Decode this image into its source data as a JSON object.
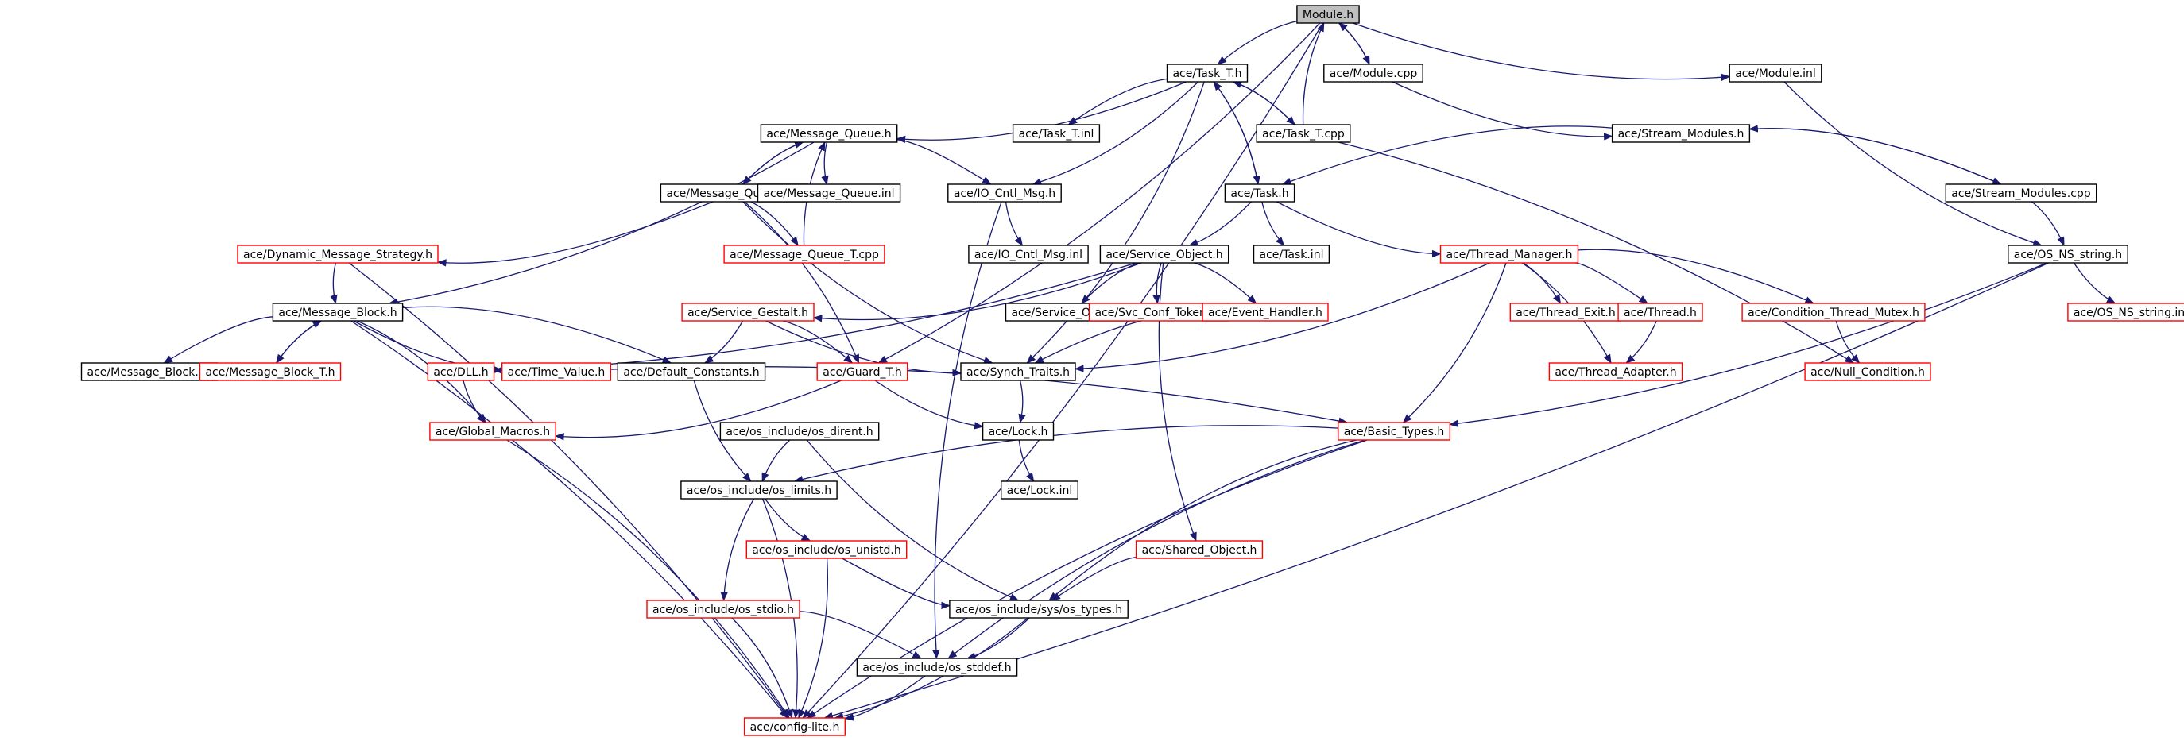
{
  "colors": {
    "edge": "#191970",
    "node_fill": "#ffffff",
    "root_fill": "#bfbfbf",
    "border_black": "#000000",
    "border_red": "#ff0000"
  },
  "nodes": [
    {
      "id": "module_h",
      "label": "Module.h",
      "style": "root"
    },
    {
      "id": "task_t_h",
      "label": "ace/Task_T.h",
      "style": "black"
    },
    {
      "id": "module_cpp",
      "label": "ace/Module.cpp",
      "style": "black"
    },
    {
      "id": "module_inl",
      "label": "ace/Module.inl",
      "style": "black"
    },
    {
      "id": "message_queue_h",
      "label": "ace/Message_Queue.h",
      "style": "black"
    },
    {
      "id": "task_t_inl",
      "label": "ace/Task_T.inl",
      "style": "black"
    },
    {
      "id": "task_t_cpp",
      "label": "ace/Task_T.cpp",
      "style": "black"
    },
    {
      "id": "stream_modules_h",
      "label": "ace/Stream_Modules.h",
      "style": "black"
    },
    {
      "id": "message_queue_t_h",
      "label": "ace/Message_Queue_T.h",
      "style": "black"
    },
    {
      "id": "message_queue_inl",
      "label": "ace/Message_Queue.inl",
      "style": "black"
    },
    {
      "id": "io_cntl_msg_h",
      "label": "ace/IO_Cntl_Msg.h",
      "style": "black"
    },
    {
      "id": "task_h",
      "label": "ace/Task.h",
      "style": "black"
    },
    {
      "id": "stream_modules_cpp",
      "label": "ace/Stream_Modules.cpp",
      "style": "black"
    },
    {
      "id": "dynamic_message_strategy_h",
      "label": "ace/Dynamic_Message_Strategy.h",
      "style": "red"
    },
    {
      "id": "message_queue_t_cpp",
      "label": "ace/Message_Queue_T.cpp",
      "style": "red"
    },
    {
      "id": "io_cntl_msg_inl",
      "label": "ace/IO_Cntl_Msg.inl",
      "style": "black"
    },
    {
      "id": "service_object_h",
      "label": "ace/Service_Object.h",
      "style": "black"
    },
    {
      "id": "task_inl",
      "label": "ace/Task.inl",
      "style": "black"
    },
    {
      "id": "thread_manager_h",
      "label": "ace/Thread_Manager.h",
      "style": "red"
    },
    {
      "id": "os_ns_string_h",
      "label": "ace/OS_NS_string.h",
      "style": "black"
    },
    {
      "id": "message_block_h",
      "label": "ace/Message_Block.h",
      "style": "black"
    },
    {
      "id": "service_gestalt_h",
      "label": "ace/Service_Gestalt.h",
      "style": "red"
    },
    {
      "id": "service_object_inl",
      "label": "ace/Service_Object.inl",
      "style": "black"
    },
    {
      "id": "svc_conf_tokens_h",
      "label": "ace/Svc_Conf_Tokens.h",
      "style": "red"
    },
    {
      "id": "event_handler_h",
      "label": "ace/Event_Handler.h",
      "style": "red"
    },
    {
      "id": "thread_exit_h",
      "label": "ace/Thread_Exit.h",
      "style": "red"
    },
    {
      "id": "thread_h",
      "label": "ace/Thread.h",
      "style": "red"
    },
    {
      "id": "condition_thread_mutex_h",
      "label": "ace/Condition_Thread_Mutex.h",
      "style": "red"
    },
    {
      "id": "os_ns_string_inl",
      "label": "ace/OS_NS_string.inl",
      "style": "red"
    },
    {
      "id": "message_block_inl",
      "label": "ace/Message_Block.inl",
      "style": "black"
    },
    {
      "id": "message_block_t_h",
      "label": "ace/Message_Block_T.h",
      "style": "red"
    },
    {
      "id": "dll_h",
      "label": "ace/DLL.h",
      "style": "red"
    },
    {
      "id": "time_value_h",
      "label": "ace/Time_Value.h",
      "style": "red"
    },
    {
      "id": "default_constants_h",
      "label": "ace/Default_Constants.h",
      "style": "black"
    },
    {
      "id": "guard_t_h",
      "label": "ace/Guard_T.h",
      "style": "red"
    },
    {
      "id": "synch_traits_h",
      "label": "ace/Synch_Traits.h",
      "style": "black"
    },
    {
      "id": "thread_adapter_h",
      "label": "ace/Thread_Adapter.h",
      "style": "red"
    },
    {
      "id": "null_condition_h",
      "label": "ace/Null_Condition.h",
      "style": "red"
    },
    {
      "id": "global_macros_h",
      "label": "ace/Global_Macros.h",
      "style": "red"
    },
    {
      "id": "os_dirent_h",
      "label": "ace/os_include/os_dirent.h",
      "style": "black"
    },
    {
      "id": "lock_h",
      "label": "ace/Lock.h",
      "style": "black"
    },
    {
      "id": "basic_types_h",
      "label": "ace/Basic_Types.h",
      "style": "red"
    },
    {
      "id": "os_limits_h",
      "label": "ace/os_include/os_limits.h",
      "style": "black"
    },
    {
      "id": "lock_inl",
      "label": "ace/Lock.inl",
      "style": "black"
    },
    {
      "id": "os_unistd_h",
      "label": "ace/os_include/os_unistd.h",
      "style": "red"
    },
    {
      "id": "shared_object_h",
      "label": "ace/Shared_Object.h",
      "style": "red"
    },
    {
      "id": "os_stdio_h",
      "label": "ace/os_include/os_stdio.h",
      "style": "red"
    },
    {
      "id": "sys_os_types_h",
      "label": "ace/os_include/sys/os_types.h",
      "style": "black"
    },
    {
      "id": "os_stddef_h",
      "label": "ace/os_include/os_stddef.h",
      "style": "black"
    },
    {
      "id": "config_lite_h",
      "label": "ace/config-lite.h",
      "style": "red"
    }
  ],
  "edges": [
    [
      "module_h",
      "task_t_h"
    ],
    [
      "module_h",
      "module_cpp"
    ],
    [
      "module_h",
      "module_inl"
    ],
    [
      "module_h",
      "guard_t_h"
    ],
    [
      "module_h",
      "config_lite_h"
    ],
    [
      "module_cpp",
      "module_h"
    ],
    [
      "module_cpp",
      "stream_modules_h"
    ],
    [
      "module_inl",
      "os_ns_string_h"
    ],
    [
      "task_t_h",
      "message_queue_h"
    ],
    [
      "task_t_h",
      "task_t_inl"
    ],
    [
      "task_t_h",
      "task_t_cpp"
    ],
    [
      "task_t_h",
      "task_h"
    ],
    [
      "task_t_h",
      "io_cntl_msg_h"
    ],
    [
      "task_t_h",
      "synch_traits_h"
    ],
    [
      "task_t_cpp",
      "module_h"
    ],
    [
      "task_t_cpp",
      "task_t_h"
    ],
    [
      "task_t_cpp",
      "null_condition_h"
    ],
    [
      "stream_modules_h",
      "task_h"
    ],
    [
      "stream_modules_h",
      "stream_modules_cpp"
    ],
    [
      "stream_modules_cpp",
      "stream_modules_h"
    ],
    [
      "stream_modules_cpp",
      "os_ns_string_h"
    ],
    [
      "message_queue_h",
      "message_queue_t_h"
    ],
    [
      "message_queue_h",
      "message_queue_inl"
    ],
    [
      "message_queue_h",
      "io_cntl_msg_h"
    ],
    [
      "message_queue_h",
      "message_block_h"
    ],
    [
      "message_queue_t_h",
      "message_queue_h"
    ],
    [
      "message_queue_t_h",
      "dynamic_message_strategy_h"
    ],
    [
      "message_queue_t_h",
      "message_queue_t_cpp"
    ],
    [
      "message_queue_t_h",
      "synch_traits_h"
    ],
    [
      "message_queue_t_h",
      "guard_t_h"
    ],
    [
      "message_queue_t_cpp",
      "message_queue_h"
    ],
    [
      "io_cntl_msg_h",
      "io_cntl_msg_inl"
    ],
    [
      "io_cntl_msg_h",
      "os_stddef_h"
    ],
    [
      "task_h",
      "service_object_h"
    ],
    [
      "task_h",
      "task_inl"
    ],
    [
      "task_h",
      "thread_manager_h"
    ],
    [
      "task_h",
      "task_t_h"
    ],
    [
      "dynamic_message_strategy_h",
      "message_block_h"
    ],
    [
      "dynamic_message_strategy_h",
      "config_lite_h"
    ],
    [
      "service_object_h",
      "service_gestalt_h"
    ],
    [
      "service_object_h",
      "service_object_inl"
    ],
    [
      "service_object_h",
      "svc_conf_tokens_h"
    ],
    [
      "service_object_h",
      "event_handler_h"
    ],
    [
      "service_object_h",
      "dll_h"
    ],
    [
      "service_object_h",
      "shared_object_h"
    ],
    [
      "thread_manager_h",
      "thread_exit_h"
    ],
    [
      "thread_manager_h",
      "thread_h"
    ],
    [
      "thread_manager_h",
      "condition_thread_mutex_h"
    ],
    [
      "thread_manager_h",
      "thread_adapter_h"
    ],
    [
      "thread_manager_h",
      "synch_traits_h"
    ],
    [
      "thread_manager_h",
      "basic_types_h"
    ],
    [
      "os_ns_string_h",
      "os_ns_string_inl"
    ],
    [
      "os_ns_string_h",
      "basic_types_h"
    ],
    [
      "os_ns_string_h",
      "config_lite_h"
    ],
    [
      "message_block_h",
      "message_block_inl"
    ],
    [
      "message_block_h",
      "message_block_t_h"
    ],
    [
      "message_block_h",
      "time_value_h"
    ],
    [
      "message_block_h",
      "default_constants_h"
    ],
    [
      "message_block_h",
      "global_macros_h"
    ],
    [
      "message_block_h",
      "config_lite_h"
    ],
    [
      "message_block_t_h",
      "message_block_h"
    ],
    [
      "service_gestalt_h",
      "default_constants_h"
    ],
    [
      "service_gestalt_h",
      "guard_t_h"
    ],
    [
      "service_gestalt_h",
      "synch_traits_h"
    ],
    [
      "event_handler_h",
      "synch_traits_h"
    ],
    [
      "thread_h",
      "thread_adapter_h"
    ],
    [
      "condition_thread_mutex_h",
      "null_condition_h"
    ],
    [
      "dll_h",
      "global_macros_h"
    ],
    [
      "time_value_h",
      "basic_types_h"
    ],
    [
      "default_constants_h",
      "os_limits_h"
    ],
    [
      "guard_t_h",
      "lock_h"
    ],
    [
      "guard_t_h",
      "global_macros_h"
    ],
    [
      "synch_traits_h",
      "lock_h"
    ],
    [
      "global_macros_h",
      "config_lite_h"
    ],
    [
      "os_dirent_h",
      "os_limits_h"
    ],
    [
      "os_dirent_h",
      "sys_os_types_h"
    ],
    [
      "lock_h",
      "lock_inl"
    ],
    [
      "basic_types_h",
      "os_limits_h"
    ],
    [
      "basic_types_h",
      "sys_os_types_h"
    ],
    [
      "basic_types_h",
      "os_stddef_h"
    ],
    [
      "basic_types_h",
      "config_lite_h"
    ],
    [
      "os_limits_h",
      "os_unistd_h"
    ],
    [
      "os_limits_h",
      "os_stdio_h"
    ],
    [
      "os_limits_h",
      "config_lite_h"
    ],
    [
      "os_unistd_h",
      "sys_os_types_h"
    ],
    [
      "os_unistd_h",
      "config_lite_h"
    ],
    [
      "shared_object_h",
      "sys_os_types_h"
    ],
    [
      "os_stdio_h",
      "os_stddef_h"
    ],
    [
      "os_stdio_h",
      "config_lite_h"
    ],
    [
      "sys_os_types_h",
      "os_stddef_h"
    ],
    [
      "sys_os_types_h",
      "config_lite_h"
    ],
    [
      "os_stddef_h",
      "config_lite_h"
    ]
  ]
}
